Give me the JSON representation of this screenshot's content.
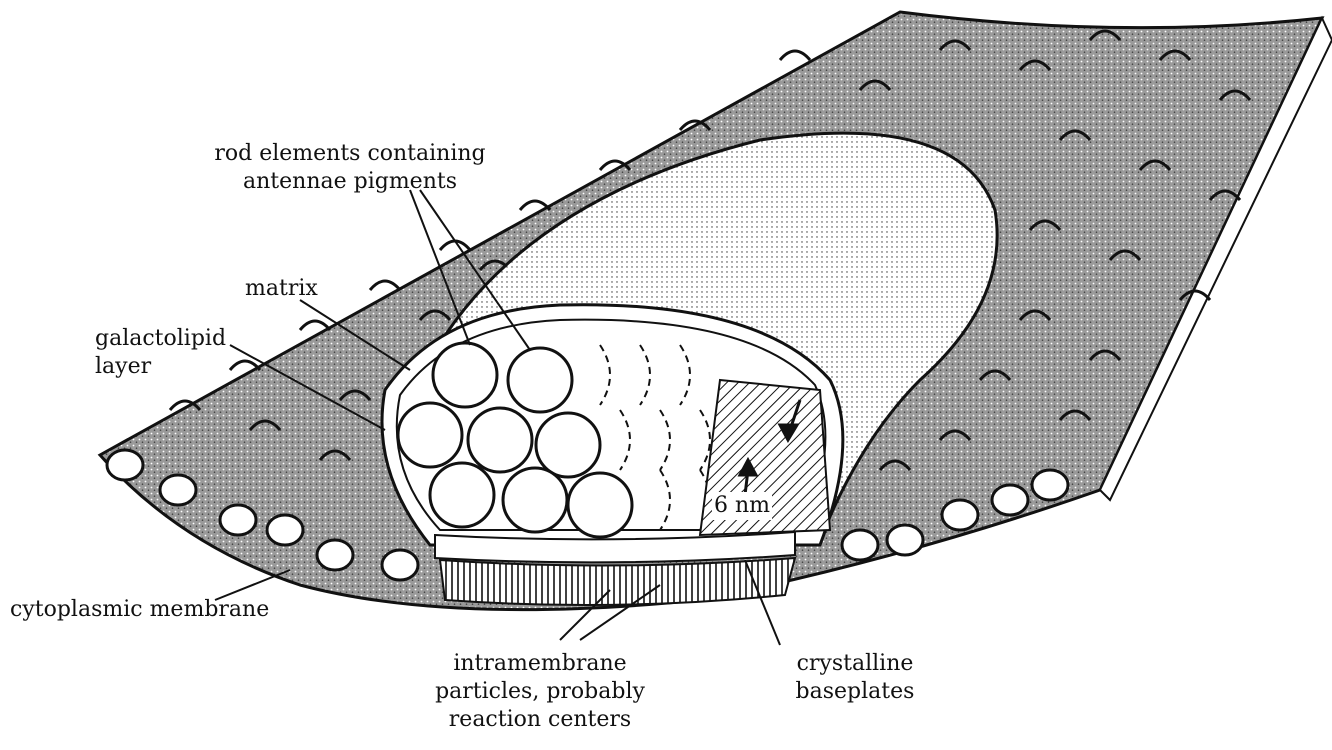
{
  "labels": {
    "rod_elements": [
      "rod elements containing",
      "antennae pigments"
    ],
    "matrix": "matrix",
    "galactolipid": [
      "galactolipid",
      "layer"
    ],
    "cytoplasmic_membrane": "cytoplasmic membrane",
    "intramembrane": [
      "intramembrane",
      "particles, probably",
      "reaction centers"
    ],
    "crystalline": [
      "crystalline",
      "baseplates"
    ],
    "dimension": "6 nm"
  }
}
